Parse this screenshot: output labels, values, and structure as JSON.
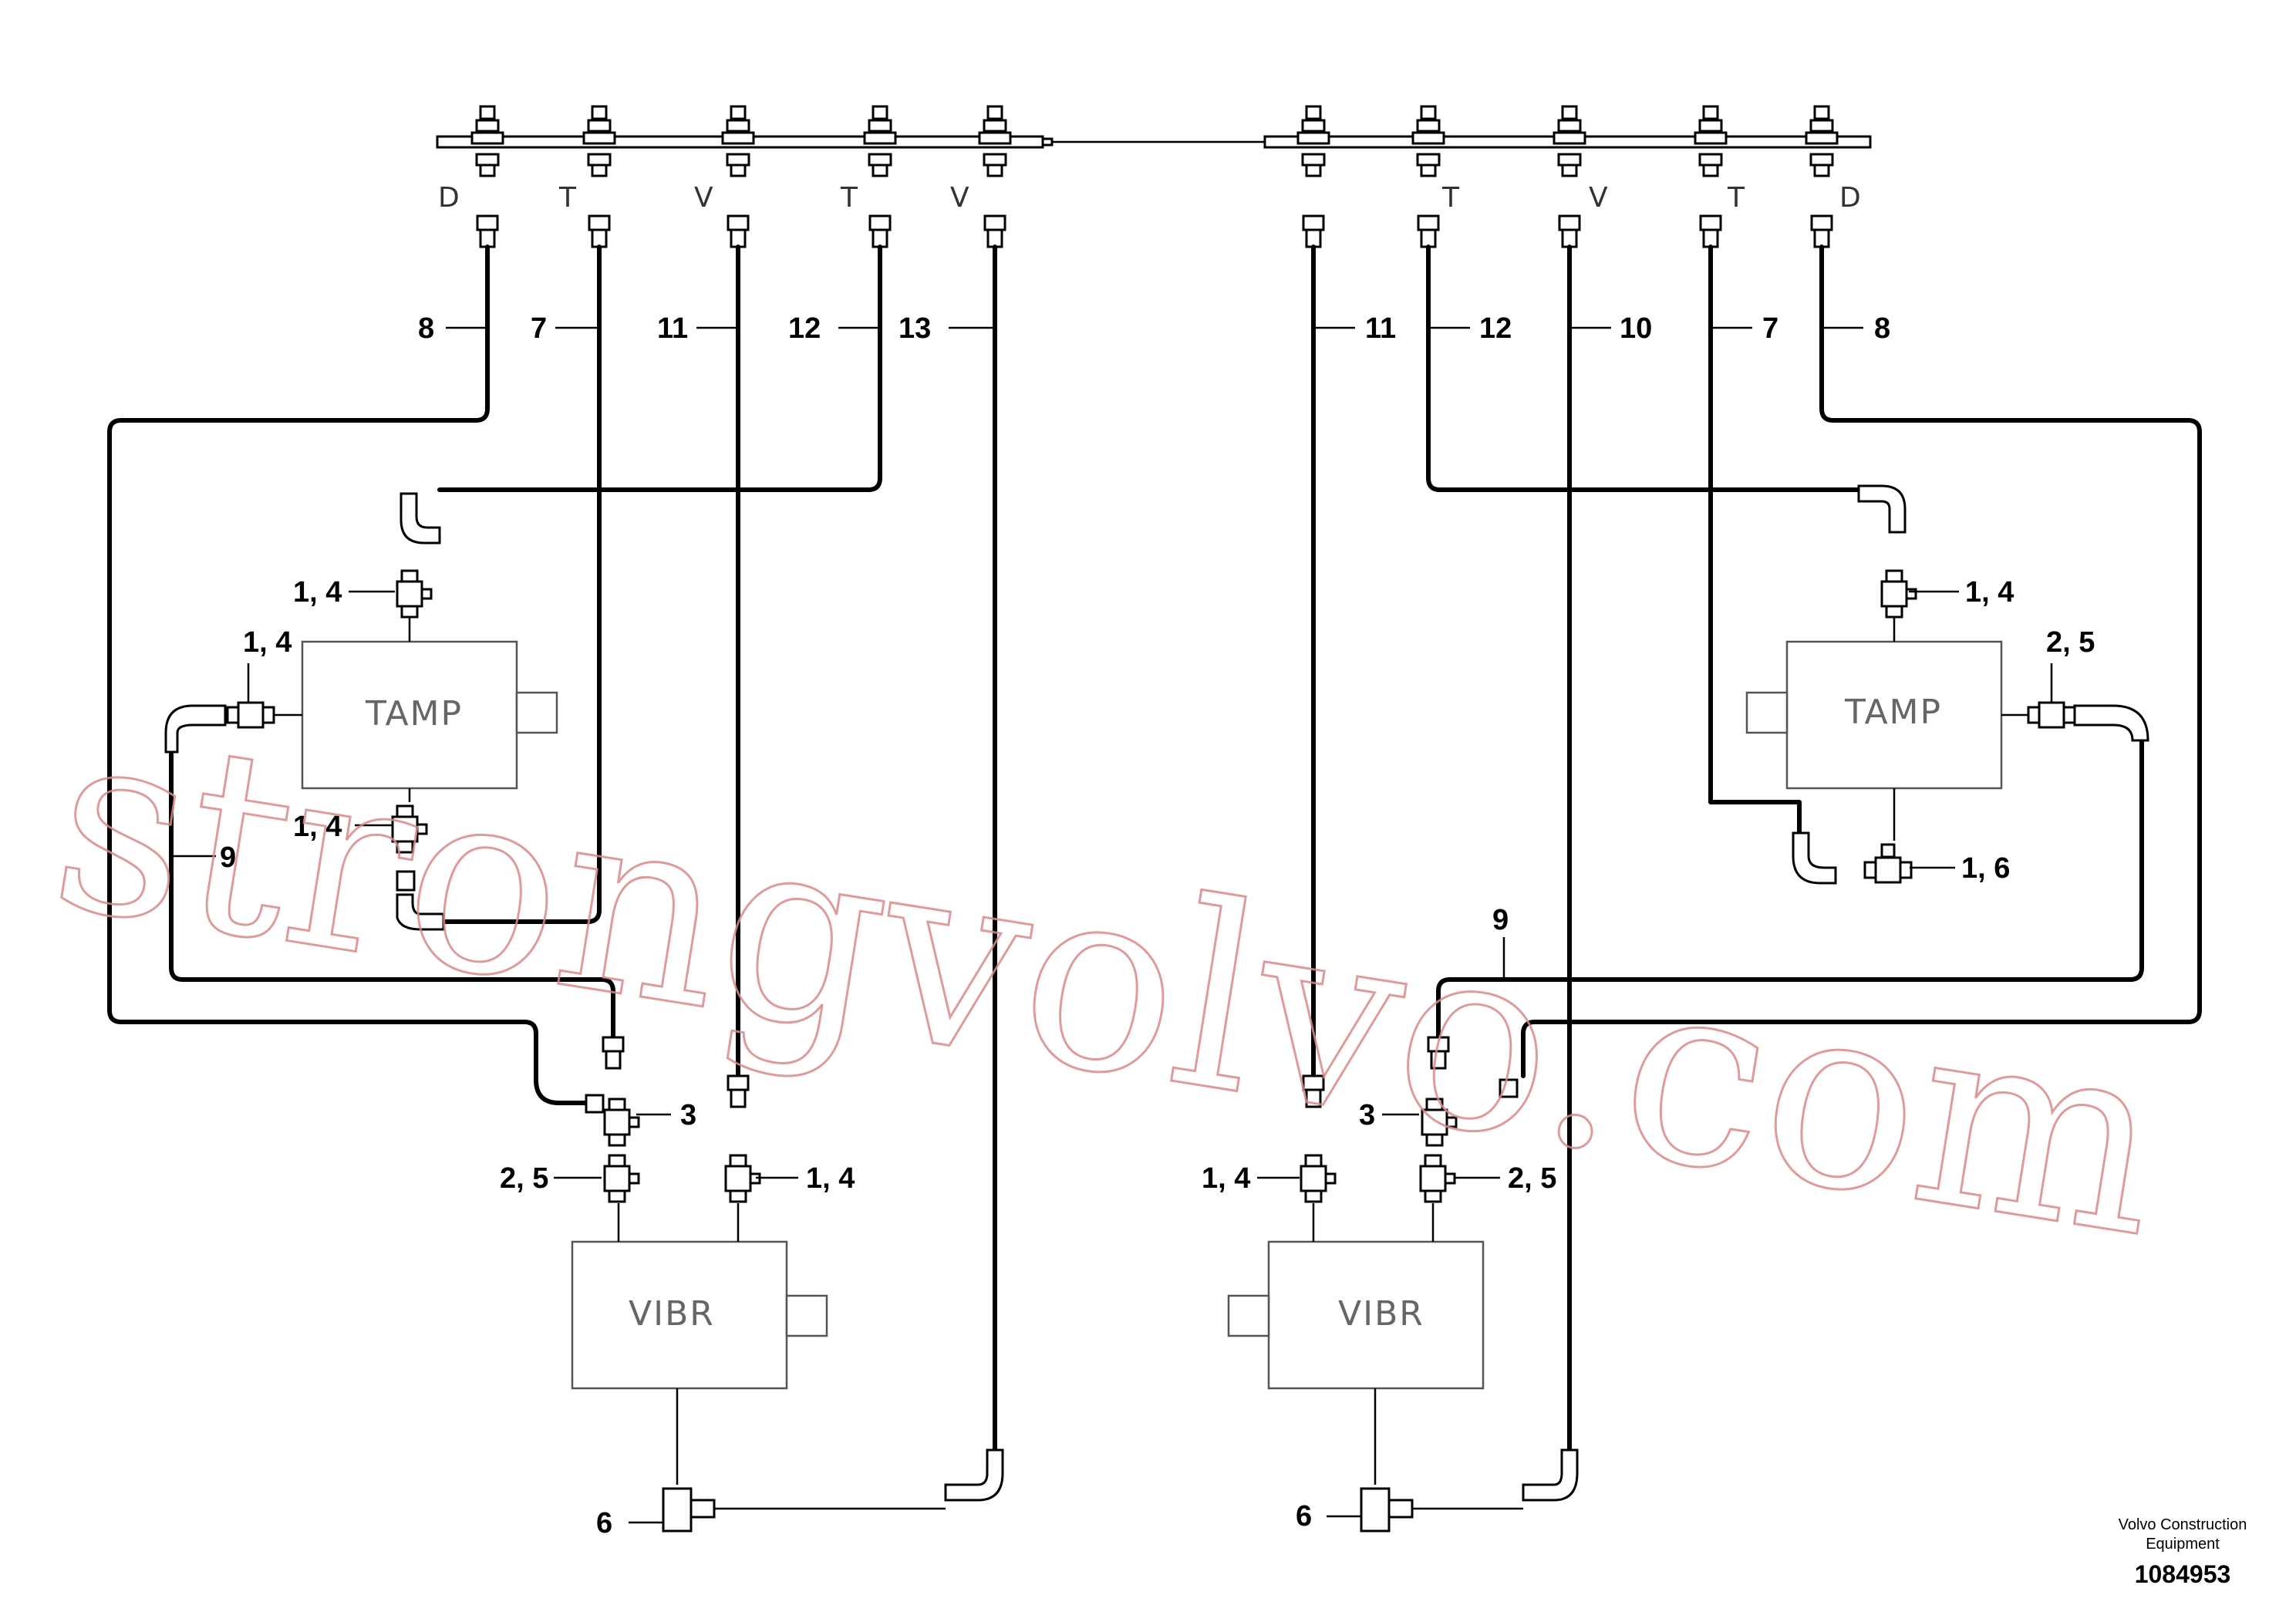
{
  "ports_left": [
    "D",
    "T",
    "V",
    "T",
    "V"
  ],
  "ports_right": [
    "T",
    "V",
    "T",
    "D"
  ],
  "components": {
    "tamp_left": "TAMP",
    "tamp_right": "TAMP",
    "vibr_left": "VIBR",
    "vibr_right": "VIBR"
  },
  "callouts": {
    "l_top_8": "8",
    "l_top_7": "7",
    "l_top_11": "11",
    "l_top_12": "12",
    "l_top_13": "13",
    "r_top_11": "11",
    "r_top_12": "12",
    "r_top_10": "10",
    "r_top_7": "7",
    "r_top_8": "8",
    "l_tamp_top": "1, 4",
    "l_tamp_side": "1, 4",
    "l_tamp_bottom": "1, 4",
    "l_hose_9": "9",
    "l_tee_3": "3",
    "l_vibr_25": "2, 5",
    "l_vibr_14": "1, 4",
    "l_valve_6": "6",
    "r_tamp_top": "1, 4",
    "r_tamp_side": "2, 5",
    "r_tamp_bottom": "1, 6",
    "r_hose_9": "9",
    "r_tee_3": "3",
    "r_vibr_14": "1, 4",
    "r_vibr_25": "2, 5",
    "r_valve_6": "6"
  },
  "watermark": "strongvolvo.com",
  "footer": {
    "company_line1": "Volvo Construction",
    "company_line2": "Equipment",
    "drawing_number": "1084953"
  }
}
